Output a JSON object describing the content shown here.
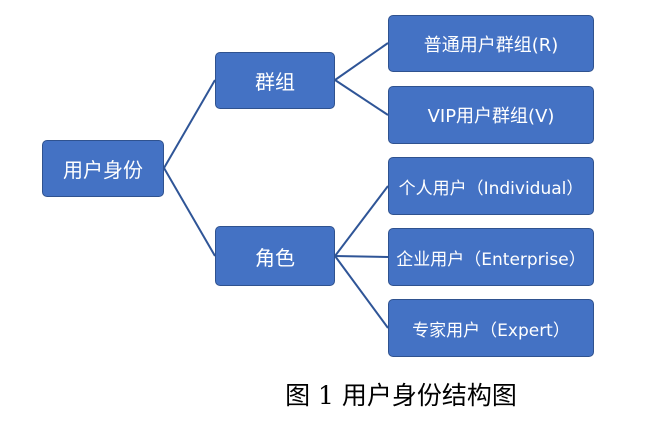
{
  "colors": {
    "node_fill": "#4472c4",
    "node_border": "#2f528f",
    "connector": "#2f5597",
    "text_on_node": "#ffffff"
  },
  "diagram": {
    "root": "用户身份",
    "branches": [
      {
        "label": "群组",
        "children": [
          "普通用户群组(R)",
          "VIP用户群组(V)"
        ]
      },
      {
        "label": "角色",
        "children": [
          "个人用户（Individual）",
          "企业用户（Enterprise）",
          "专家用户（Expert）"
        ]
      }
    ]
  },
  "caption": "图 1  用户身份结构图"
}
